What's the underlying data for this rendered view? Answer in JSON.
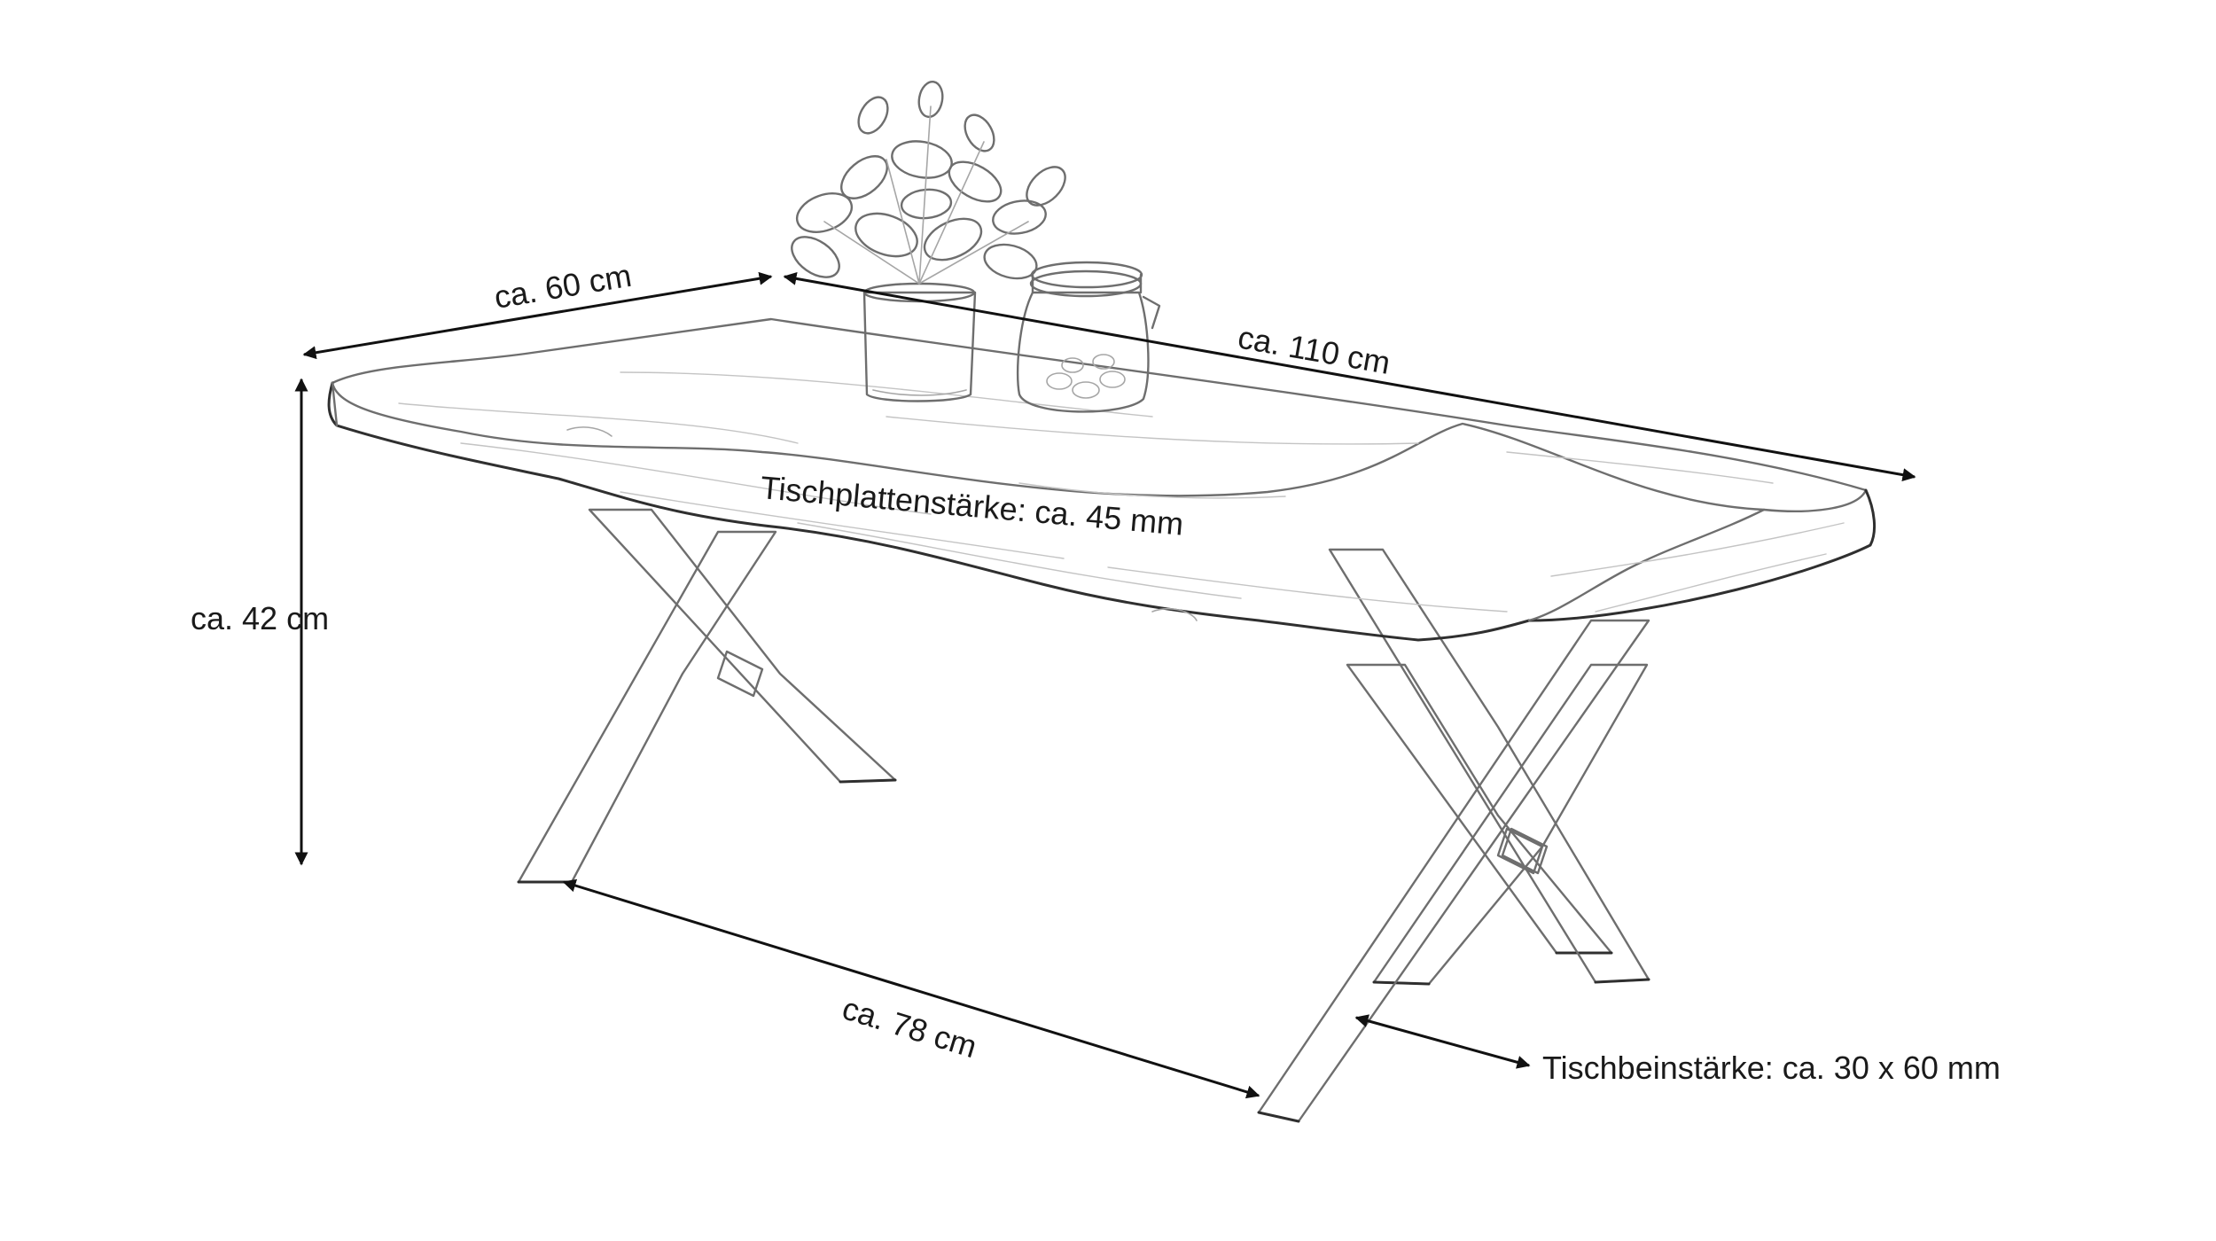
{
  "dimensions": {
    "depth": "ca. 60 cm",
    "length": "ca. 110 cm",
    "height": "ca. 42 cm",
    "leg_spacing": "ca. 78 cm",
    "top_thickness": "Tischplattenstärke: ca. 45 mm",
    "leg_thickness": "Tischbeinstärke: ca. 30 x 60 mm"
  },
  "colors": {
    "dimension_line": "#111111",
    "sketch_stroke": "#6e6e6e",
    "background": "#ffffff"
  }
}
